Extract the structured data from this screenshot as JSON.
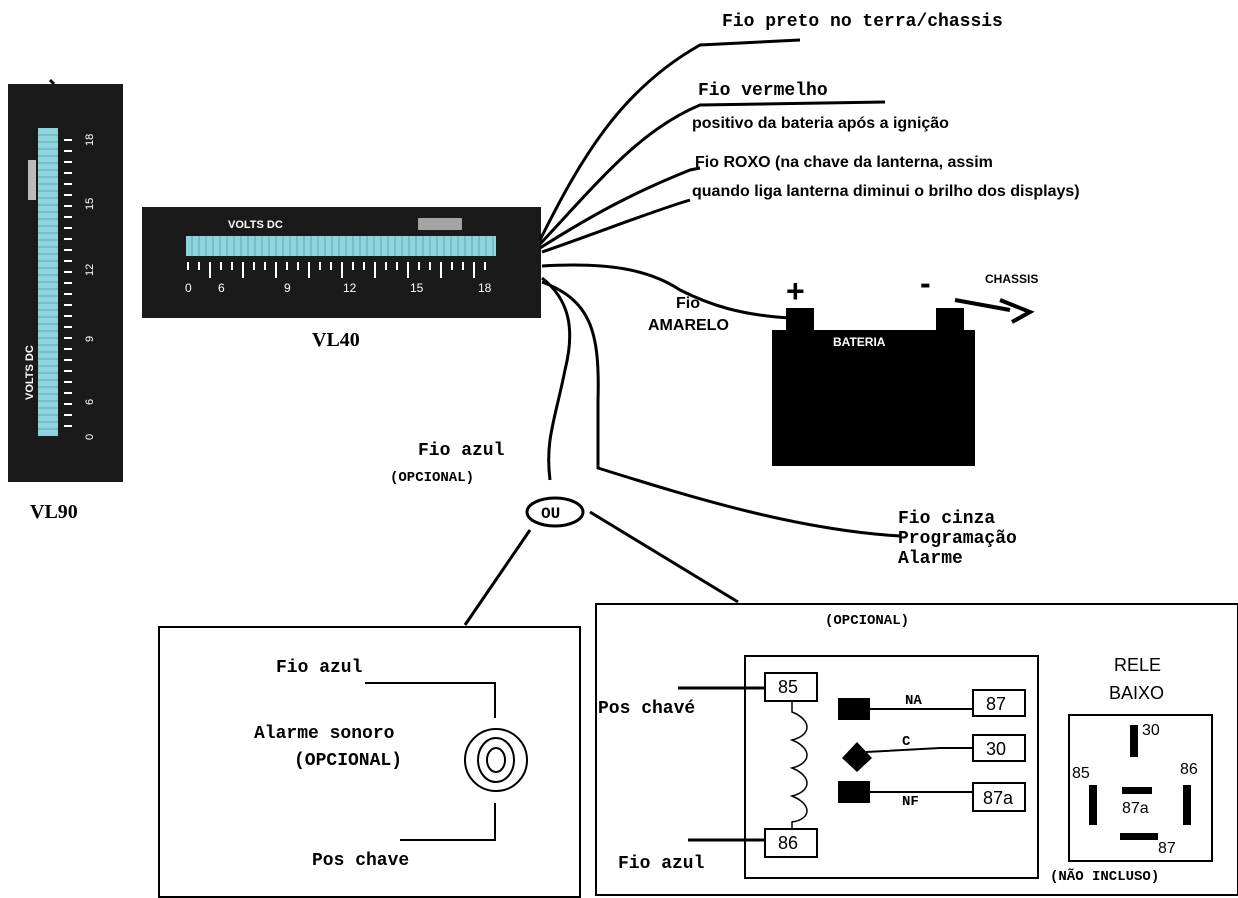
{
  "meters": {
    "vl90": {
      "label": "VL90",
      "units": "VOLTS DC",
      "ticks": [
        "0",
        "6",
        "9",
        "12",
        "15",
        "18"
      ]
    },
    "vl40": {
      "label": "VL40",
      "units": "VOLTS DC",
      "ticks": [
        "0",
        "6",
        "9",
        "12",
        "15",
        "18"
      ]
    }
  },
  "wires": {
    "black": "Fio preto no terra/chassis",
    "red_title": "Fio vermelho",
    "red_desc": "positivo da bateria  após a ignição",
    "purple_line1": "Fio ROXO  (na chave da lanterna, assim",
    "purple_line2": "quando liga lanterna diminui o brilho dos displays)",
    "yellow_line1": "Fio",
    "yellow_line2": "AMARELO",
    "blue": "Fio azul",
    "blue_optional": "(OPCIONAL)",
    "or": "OU",
    "gray_line1": "Fio cinza",
    "gray_line2": "Programação",
    "gray_line3": "Alarme"
  },
  "battery": {
    "label": "BATERIA",
    "plus": "+",
    "minus": "-",
    "chassis": "CHASSIS"
  },
  "alarm_box": {
    "blue_wire": "Fio azul",
    "alarm_line1": "Alarme sonoro",
    "alarm_line2": "(OPCIONAL)",
    "pos_key": "Pos chave"
  },
  "relay_box": {
    "optional": "(OPCIONAL)",
    "pos_key": "Pos chavé",
    "blue_wire": "Fio azul",
    "pin85": "85",
    "pin86": "86",
    "pin87": "87",
    "pin30": "30",
    "pin87a": "87a",
    "na": "NA",
    "c": "C",
    "nf": "NF",
    "rele_line1": "RELE",
    "rele_line2": "BAIXO",
    "bottom_30": "30",
    "bottom_85": "85",
    "bottom_86": "86",
    "bottom_87a": "87a",
    "bottom_87": "87",
    "not_included": "(NÃO INCLUSO)"
  },
  "colors": {
    "meter_bg": "#1a1a1a",
    "led": "#8fd3dd",
    "ink": "#000000"
  }
}
